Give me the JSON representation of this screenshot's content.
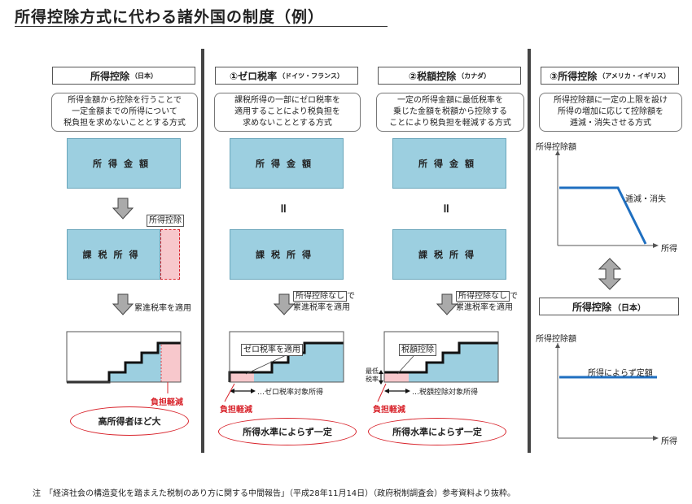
{
  "title": "所得控除方式に代わる諸外国の制度（例）",
  "col1": {
    "header": "所得控除",
    "header_sub": "（日本）",
    "desc": [
      "所得金額から控除を行うことで",
      "一定金額までの所得について",
      "税負担を求めないこととする方式"
    ],
    "box1": "所得金額",
    "box2": "課税所得",
    "deduction_callout": "所得控除",
    "apply": "累進税率を適用",
    "burden": "負担軽減",
    "oval": "高所得者ほど大"
  },
  "col2": {
    "header": "①ゼロ税率",
    "header_sub": "（ドイツ・フランス）",
    "desc": [
      "課税所得の一部にゼロ税率を",
      "適用することにより税負担を",
      "求めないこととする方式"
    ],
    "box1": "所得金額",
    "eq": "॥",
    "box2": "課税所得",
    "callout": "所得控除なし",
    "callout_tail": "で",
    "apply": "累進税率を適用",
    "zero_callout": "ゼロ税率を適用",
    "range_label": "…ゼロ税率対象所得",
    "burden": "負担軽減",
    "oval": "所得水準によらず一定"
  },
  "col3": {
    "header": "②税額控除",
    "header_sub": "（カナダ）",
    "desc": [
      "一定の所得金額に最低税率を",
      "乗じた金額を税額から控除する",
      "ことにより税負担を軽減する方式"
    ],
    "box1": "所得金額",
    "eq": "॥",
    "box2": "課税所得",
    "callout": "所得控除なし",
    "callout_tail": "で",
    "apply": "累進税率を適用",
    "credit_callout": "税額控除",
    "min_rate": [
      "最低",
      "税率"
    ],
    "range_label": "…税額控除対象所得",
    "burden": "負担軽減",
    "oval": "所得水準によらず一定"
  },
  "col4": {
    "header": "③所得控除",
    "header_sub": "（アメリカ・イギリス）",
    "desc": [
      "所得控除額に一定の上限を設け",
      "所得の増加に応じて控除額を",
      "逓減・消失させる方式"
    ],
    "y_label": "所得控除額",
    "x_label": "所得",
    "phaseout_label": "逓減・消失",
    "japan_header": "所得控除",
    "japan_sub": "（日本）",
    "y_label2": "所得控除額",
    "x_label2": "所得",
    "flat_label": "所得によらず定額"
  },
  "note": "注　「経済社会の構造変化を踏まえた税制のあり方に関する中間報告」（平成28年11月14日）（政府税制調査会）参考資料より抜粋。",
  "colors": {
    "box": "#9ccfe0",
    "line": "#1f6fc0",
    "accent": "#d8222a",
    "pink": "#f7c8cc"
  }
}
